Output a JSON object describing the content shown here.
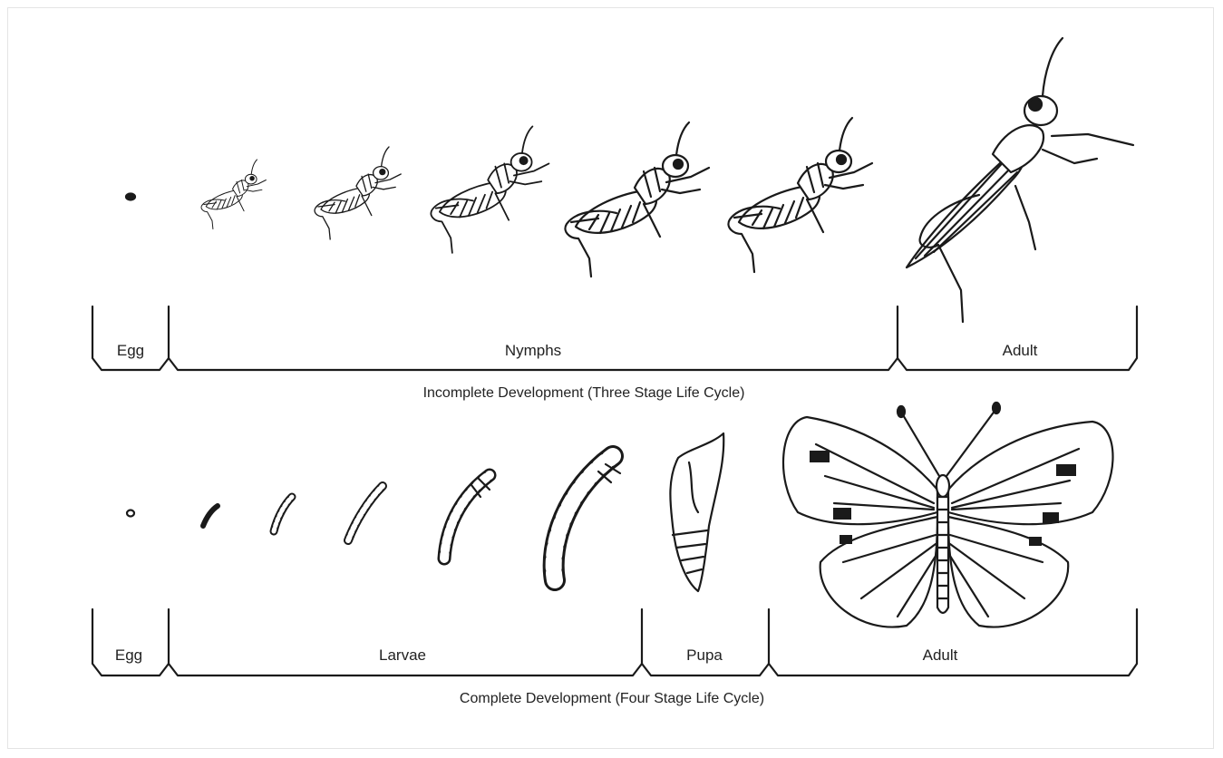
{
  "incomplete": {
    "stages": {
      "egg": "Egg",
      "nymphs": "Nymphs",
      "adult": "Adult"
    },
    "caption": "Incomplete Development (Three Stage Life Cycle)",
    "illustrations": {
      "egg": "grasshopper-egg",
      "nymphs": [
        "grasshopper-nymph-1",
        "grasshopper-nymph-2",
        "grasshopper-nymph-3",
        "grasshopper-nymph-4",
        "grasshopper-nymph-5"
      ],
      "adult": "adult-grasshopper"
    }
  },
  "complete": {
    "stages": {
      "egg": "Egg",
      "larvae": "Larvae",
      "pupa": "Pupa",
      "adult": "Adult"
    },
    "caption": "Complete Development (Four Stage Life Cycle)",
    "illustrations": {
      "egg": "butterfly-egg",
      "larvae": [
        "larva-1",
        "larva-2",
        "larva-3",
        "larva-4",
        "larva-5"
      ],
      "pupa": "pupa-chrysalis",
      "adult": "adult-butterfly"
    }
  },
  "colors": {
    "ink": "#1a1a1a",
    "background": "#ffffff"
  }
}
